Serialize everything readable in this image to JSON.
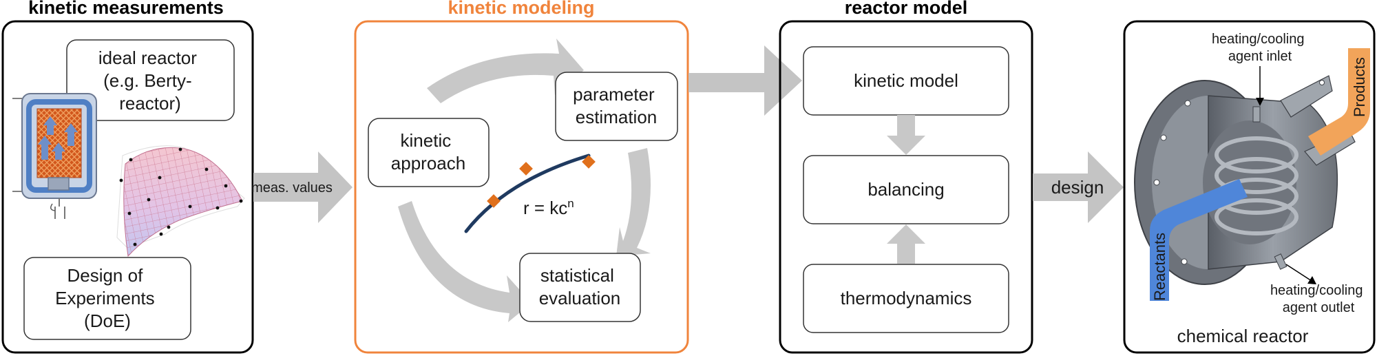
{
  "panels": {
    "measurements": {
      "title": "kinetic measurements",
      "ideal_reactor": [
        "ideal reactor",
        "(e.g. Berty-",
        "reactor)"
      ],
      "doe": [
        "Design of",
        "Experiments",
        "(DoE)"
      ]
    },
    "modeling": {
      "title": "kinetic modeling",
      "kinetic_approach": [
        "kinetic",
        "approach"
      ],
      "parameter_estimation": [
        "parameter",
        "estimation"
      ],
      "statistical_evaluation": [
        "statistical",
        "evaluation"
      ],
      "equation": "r = kc",
      "equation_exponent": "n"
    },
    "reactor_model": {
      "title": "reactor model",
      "kinetic_model": "kinetic model",
      "balancing": "balancing",
      "thermodynamics": "thermodynamics"
    },
    "chemical_reactor": {
      "label": "chemical reactor",
      "inlet": [
        "heating/cooling",
        "agent inlet"
      ],
      "outlet": [
        "heating/cooling",
        "agent outlet"
      ],
      "products": "Products",
      "reactants": "Reactants"
    }
  },
  "arrows": {
    "meas_values": "meas. values",
    "design": "design"
  },
  "colors": {
    "accent_orange": "#f0843c",
    "arrow_gray": "#c4c4c4",
    "curve_navy": "#1f3a60",
    "marker_orange": "#e0701c",
    "reactant_blue": "#4f86d9",
    "product_orange": "#f2a45a"
  }
}
